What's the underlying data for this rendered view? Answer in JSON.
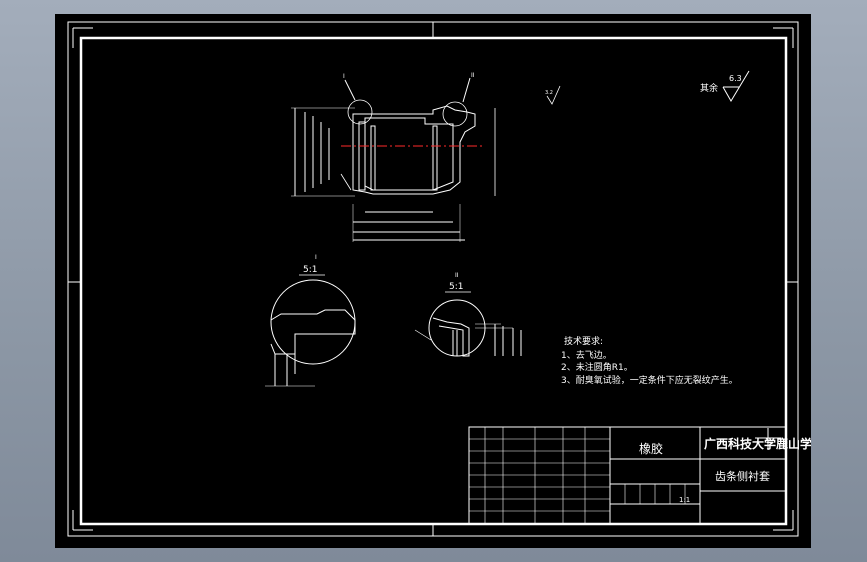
{
  "roughness": {
    "label": "其余",
    "value": "6.3",
    "small_symbol_value": "3.2"
  },
  "views": {
    "main": {
      "callout_1": "I",
      "callout_2": "II"
    },
    "detail_1": {
      "label": "I",
      "scale": "5:1"
    },
    "detail_2": {
      "label": "II",
      "scale": "5:1"
    }
  },
  "tech_requirements": {
    "title": "技术要求:",
    "items": [
      "1、去飞边。",
      "2、未注圆角R1。",
      "3、耐臭氧试验，一定条件下应无裂纹产生。"
    ]
  },
  "title_block": {
    "material": "橡胶",
    "school": "广西科技大学鹿山学院",
    "part_name": "齿条侧衬套",
    "scale": "1:1"
  }
}
